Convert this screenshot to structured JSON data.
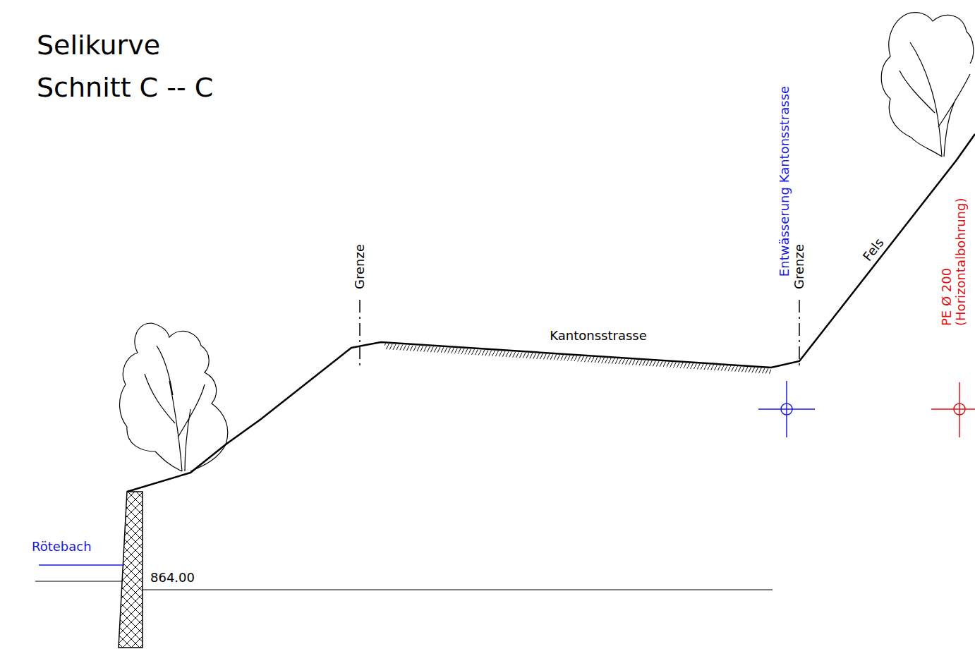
{
  "diagram": {
    "title": "Selikurve Schnitt C -- C",
    "labels": [
      "Grenze",
      "Kantonsstrasse",
      "Entwässerung Kantonsstrasse",
      "Grenze",
      "Fels",
      "PE Ø 200 (Horizontalbohrung)",
      "Rötebach",
      "864.00"
    ]
  }
}
